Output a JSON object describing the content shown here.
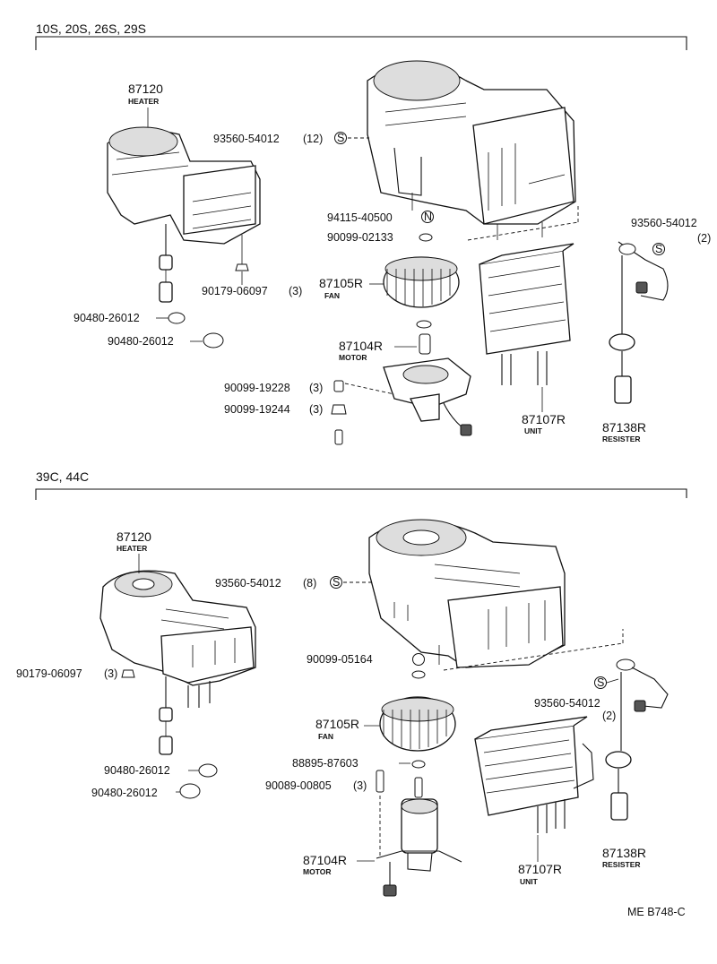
{
  "sections": [
    {
      "heading": "10S, 20S, 26S, 29S",
      "parts": {
        "heater": {
          "number": "87120",
          "name": "HEATER"
        },
        "screw_top": {
          "number": "93560-54012",
          "qty": "(12)",
          "symbol": "S"
        },
        "nut_9411": {
          "number": "94115-40500",
          "symbol": "N"
        },
        "washer": {
          "number": "90099-02133"
        },
        "fan": {
          "number": "87105R",
          "name": "FAN"
        },
        "clip": {
          "number": "90179-06097",
          "qty": "(3)"
        },
        "grommet_a": {
          "number": "90480-26012"
        },
        "grommet_b": {
          "number": "90480-26012"
        },
        "motor": {
          "number": "87104R",
          "name": "MOTOR"
        },
        "collar": {
          "number": "90099-19228",
          "qty": "(3)"
        },
        "nut_small": {
          "number": "90099-19244",
          "qty": "(3)"
        },
        "unit": {
          "number": "87107R",
          "name": "UNIT"
        },
        "screw_res": {
          "number": "93560-54012",
          "qty": "(2)",
          "symbol": "S"
        },
        "resister": {
          "number": "87138R",
          "name": "RESISTER"
        }
      }
    },
    {
      "heading": "39C, 44C",
      "parts": {
        "heater": {
          "number": "87120",
          "name": "HEATER"
        },
        "screw_top": {
          "number": "93560-54012",
          "qty": "(8)",
          "symbol": "S"
        },
        "clip": {
          "number": "90179-06097",
          "qty": "(3)"
        },
        "washer": {
          "number": "90099-05164"
        },
        "fan": {
          "number": "87105R",
          "name": "FAN"
        },
        "washer2": {
          "number": "88895-87603"
        },
        "bolt": {
          "number": "90089-00805",
          "qty": "(3)"
        },
        "grommet_a": {
          "number": "90480-26012"
        },
        "grommet_b": {
          "number": "90480-26012"
        },
        "motor": {
          "number": "87104R",
          "name": "MOTOR"
        },
        "unit": {
          "number": "87107R",
          "name": "UNIT"
        },
        "screw_res": {
          "number": "93560-54012",
          "qty": "(2)",
          "symbol": "S"
        },
        "resister": {
          "number": "87138R",
          "name": "RESISTER"
        }
      }
    }
  ],
  "ref_code": "ME B748-C"
}
